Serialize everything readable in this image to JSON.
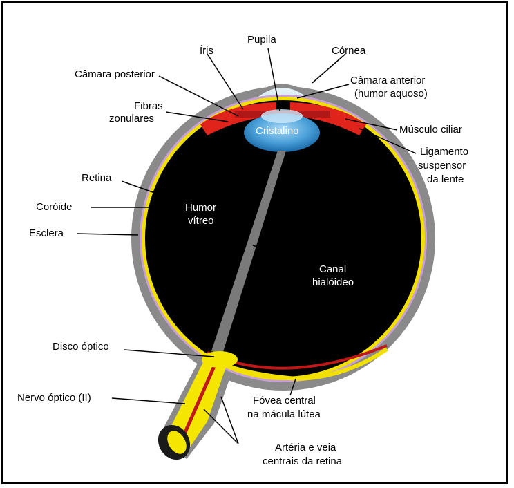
{
  "labels": {
    "pupila": "Pupila",
    "iris": "Íris",
    "cornea": "Córnea",
    "camara_posterior": "Câmara posterior",
    "camara_anterior_1": "Câmara anterior",
    "camara_anterior_2": "(humor aquoso)",
    "fibras_1": "Fibras",
    "fibras_2": "zonulares",
    "cristalino": "Cristalino",
    "musculo_ciliar": "Músculo ciliar",
    "ligamento_1": "Ligamento",
    "ligamento_2": "suspensor",
    "ligamento_3": "da lente",
    "retina": "Retina",
    "coroide": "Coróide",
    "esclera": "Esclera",
    "humor_1": "Humor",
    "humor_2": "vítreo",
    "canal_1": "Canal",
    "canal_2": "hialóideo",
    "disco_optico": "Disco óptico",
    "nervo_optico": "Nervo óptico (II)",
    "fovea_1": "Fóvea central",
    "fovea_2": "na mácula lútea",
    "arteria_1": "Artéria e veia",
    "arteria_2": "centrais da retina"
  },
  "colors": {
    "sclera": "#8a8a8a",
    "choroid": "#c8a0d8",
    "retina": "#f2e000",
    "vitreous": "#000000",
    "ciliary": "#e0241c",
    "lens": "#4aa0d8",
    "nerve": "#f5e600",
    "vessel": "#c01818"
  }
}
